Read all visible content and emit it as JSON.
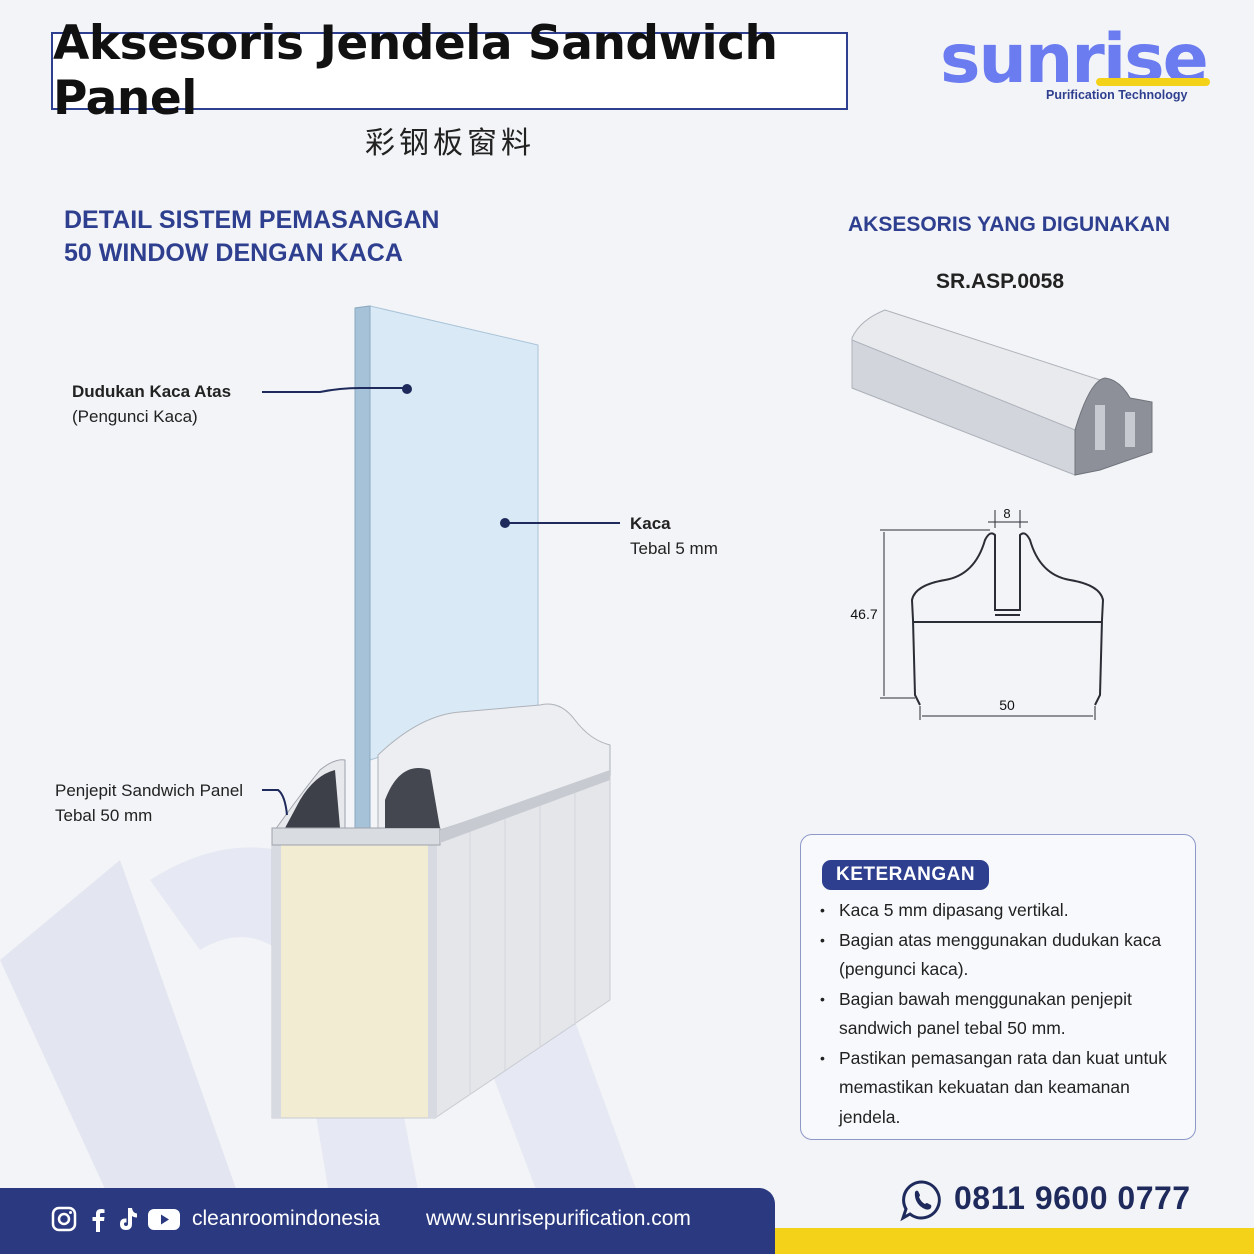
{
  "header": {
    "title": "Aksesoris Jendela Sandwich Panel",
    "subtitle_cn": "彩钢板窗料"
  },
  "logo": {
    "wordmark": "sunrise",
    "tagline": "Purification Technology",
    "accent_color": "#6a7cf0",
    "bar_color": "#f5d21a"
  },
  "detail": {
    "heading_line1": "DETAIL SISTEM PEMASANGAN",
    "heading_line2": "50 WINDOW DENGAN KACA",
    "labels": {
      "top_holder_title": "Dudukan Kaca Atas",
      "top_holder_sub": "(Pengunci Kaca)",
      "glass_title": "Kaca",
      "glass_sub": "Tebal 5 mm",
      "clamp_title": "Penjepit Sandwich Panel",
      "clamp_sub": "Tebal 50 mm"
    }
  },
  "accessory": {
    "heading": "AKSESORIS YANG DIGUNAKAN",
    "code": "SR.ASP.0058",
    "dimensions": {
      "top_gap": "8",
      "height": "46.7",
      "width": "50"
    }
  },
  "keterangan": {
    "title": "KETERANGAN",
    "items": [
      "Kaca 5 mm dipasang vertikal.",
      "Bagian atas menggunakan dudukan kaca (pengunci kaca).",
      "Bagian bawah menggunakan penjepit sandwich panel tebal 50 mm.",
      "Pastikan pemasangan rata dan kuat untuk memastikan kekuatan dan keamanan jendela."
    ]
  },
  "footer": {
    "handle": "cleanroomindonesia",
    "website": "www.sunrisepurification.com",
    "phone": "0811 9600 0777",
    "social_icons": [
      "instagram-icon",
      "facebook-icon",
      "tiktok-icon",
      "youtube-icon"
    ],
    "bar_color": "#2b3a80",
    "accent_color": "#f5d21a"
  }
}
